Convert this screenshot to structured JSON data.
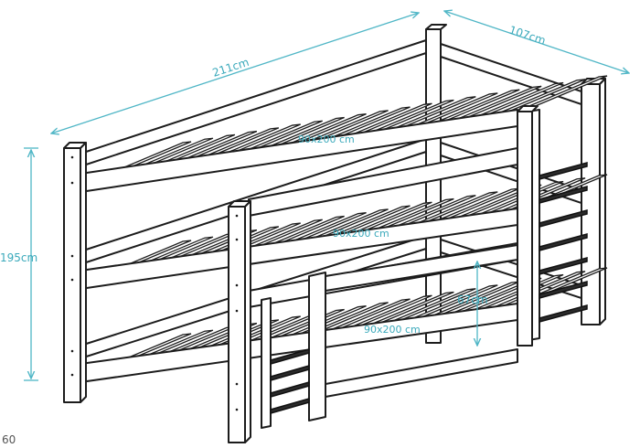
{
  "dimensions": {
    "length": "211cm",
    "width": "107cm",
    "height": "195cm",
    "gap": "67cm"
  },
  "mattress_labels": {
    "top": "90x200 cm",
    "middle": "90x200 cm",
    "bottom": "90x200 cm"
  },
  "page_number": "60",
  "colors": {
    "dimension_line": "#4fb6c6",
    "outline": "#1c1c1c",
    "ladder_dark": "#2b2b2b"
  }
}
